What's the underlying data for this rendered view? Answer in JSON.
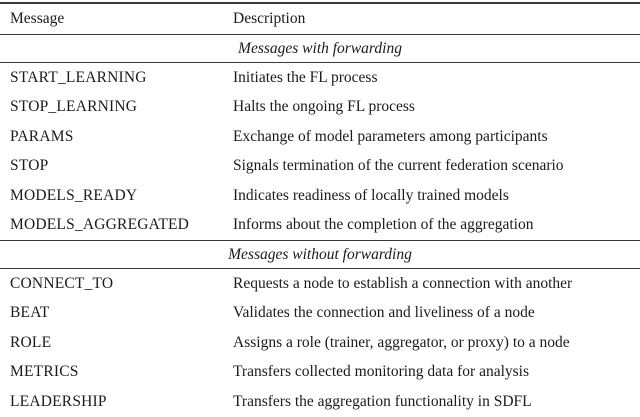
{
  "table": {
    "columns": [
      "Message",
      "Description"
    ],
    "sections": [
      {
        "title": "Messages with forwarding",
        "rows": [
          {
            "message": "START_LEARNING",
            "description": "Initiates the FL process"
          },
          {
            "message": "STOP_LEARNING",
            "description": "Halts the ongoing FL process"
          },
          {
            "message": "PARAMS",
            "description": "Exchange of model parameters among participants"
          },
          {
            "message": "STOP",
            "description": "Signals termination of the current federation scenario"
          },
          {
            "message": "MODELS_READY",
            "description": "Indicates readiness of locally trained models"
          },
          {
            "message": "MODELS_AGGREGATED",
            "description": "Informs about the completion of the aggregation"
          }
        ]
      },
      {
        "title": "Messages without forwarding",
        "rows": [
          {
            "message": "CONNECT_TO",
            "description": "Requests a node to establish a connection with another"
          },
          {
            "message": "BEAT",
            "description": "Validates the connection and liveliness of a node"
          },
          {
            "message": "ROLE",
            "description": "Assigns a role (trainer, aggregator, or proxy) to a node"
          },
          {
            "message": "METRICS",
            "description": "Transfers collected monitoring data for analysis"
          },
          {
            "message": "LEADERSHIP",
            "description": "Transfers the aggregation functionality in SDFL"
          }
        ]
      }
    ]
  }
}
